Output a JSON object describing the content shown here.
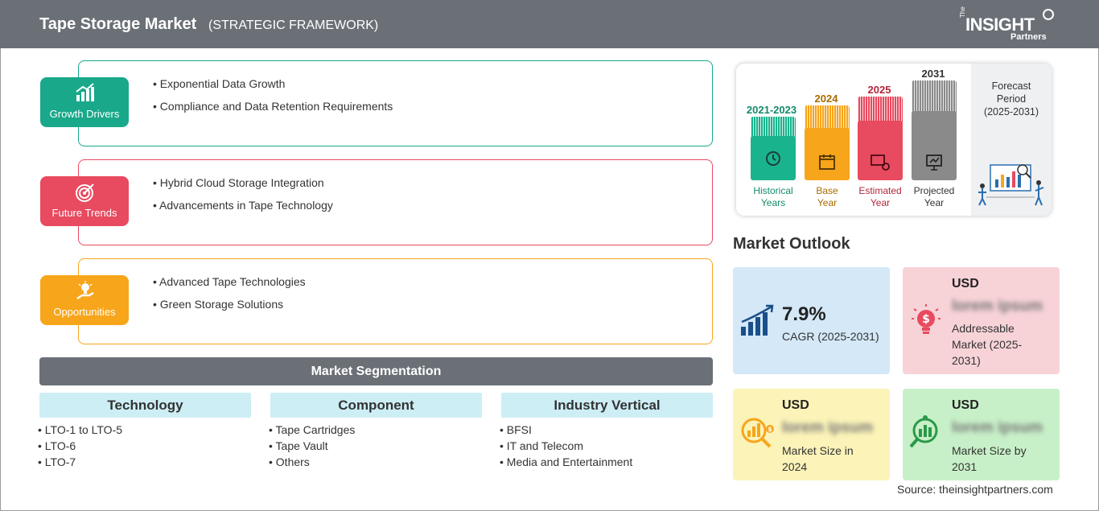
{
  "header": {
    "title": "Tape Storage Market",
    "subtitle": "(STRATEGIC FRAMEWORK)",
    "logo": {
      "the": "The",
      "insight": "INSIGHT",
      "partners": "Partners"
    }
  },
  "cards": [
    {
      "label": "Growth Drivers",
      "color": "#19a88a",
      "icon": "bar-chart-growth-icon",
      "items": [
        "Exponential Data Growth",
        "Compliance and Data Retention Requirements"
      ]
    },
    {
      "label": "Future Trends",
      "color": "#e84a5f",
      "icon": "target-icon",
      "items": [
        "Hybrid Cloud Storage Integration",
        "Advancements in Tape Technology"
      ]
    },
    {
      "label": "Opportunities",
      "color": "#f7a51b",
      "icon": "lightbulb-hand-icon",
      "items": [
        "Advanced Tape Technologies",
        "Green Storage Solutions"
      ]
    }
  ],
  "segmentation": {
    "title": "Market Segmentation",
    "columns": [
      {
        "head": "Technology",
        "items": [
          "LTO-1 to LTO-5",
          "LTO-6",
          "LTO-7"
        ]
      },
      {
        "head": "Component",
        "items": [
          "Tape Cartridges",
          "Tape Vault",
          "Others"
        ]
      },
      {
        "head": "Industry Vertical",
        "items": [
          "BFSI",
          "IT and Telecom",
          "Media and Entertainment"
        ]
      }
    ]
  },
  "timeline": {
    "columns": [
      {
        "year": "2021-2023",
        "caption": [
          "Historical",
          "Years"
        ],
        "color": "#19b48e",
        "text_color": "#128a6c",
        "icon": "history-clock-icon"
      },
      {
        "year": "2024",
        "caption": [
          "Base",
          "Year"
        ],
        "color": "#f7a51b",
        "text_color": "#a86b00",
        "icon": "calendar-icon"
      },
      {
        "year": "2025",
        "caption": [
          "Estimated",
          "Year"
        ],
        "color": "#e84a5f",
        "text_color": "#b3263a",
        "icon": "estimate-gear-icon"
      },
      {
        "year": "2031",
        "caption": [
          "Projected",
          "Year"
        ],
        "color": "#8a8a8a",
        "text_color": "#333333",
        "icon": "presentation-board-icon"
      }
    ],
    "forecast": {
      "title": [
        "Forecast",
        "Period"
      ],
      "range": "(2025-2031)"
    }
  },
  "outlook": {
    "title": "Market Outlook",
    "cagr": {
      "value": "7.9%",
      "label": "CAGR (2025-2031)",
      "color": "#d4e8f7"
    },
    "addressable": {
      "usd": "USD",
      "value": "lorem ipsum",
      "label": [
        "Addressable",
        "Market (2025-",
        "2031)"
      ],
      "color": "#f7d3d8"
    },
    "size2024": {
      "usd": "USD",
      "value": "lorem ipsum",
      "label": [
        "Market Size in",
        "2024"
      ],
      "color": "#fbf3b8"
    },
    "size2031": {
      "usd": "USD",
      "value": "lorem ipsum",
      "label": [
        "Market Size by",
        "2031"
      ],
      "color": "#c8f0c8"
    }
  },
  "source": "Source: theinsightpartners.com"
}
